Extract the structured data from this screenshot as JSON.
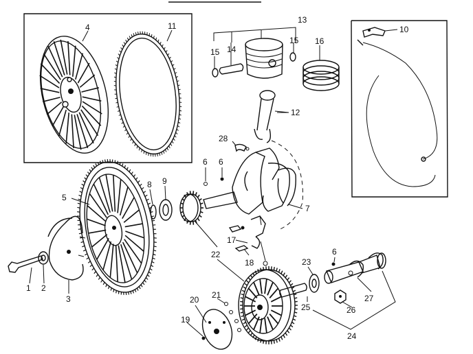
{
  "diagram": {
    "callouts": [
      {
        "id": "c1",
        "text": "1"
      },
      {
        "id": "c2",
        "text": "2"
      },
      {
        "id": "c3",
        "text": "3"
      },
      {
        "id": "c4",
        "text": "4"
      },
      {
        "id": "c5",
        "text": "5"
      },
      {
        "id": "c6a",
        "text": "6"
      },
      {
        "id": "c6b",
        "text": "6"
      },
      {
        "id": "c6c",
        "text": "6"
      },
      {
        "id": "c7",
        "text": "7"
      },
      {
        "id": "c8",
        "text": "8"
      },
      {
        "id": "c9",
        "text": "9"
      },
      {
        "id": "c10",
        "text": "10"
      },
      {
        "id": "c11",
        "text": "11"
      },
      {
        "id": "c12",
        "text": "12"
      },
      {
        "id": "c13",
        "text": "13"
      },
      {
        "id": "c14",
        "text": "14"
      },
      {
        "id": "c15a",
        "text": "15"
      },
      {
        "id": "c15b",
        "text": "15"
      },
      {
        "id": "c16",
        "text": "16"
      },
      {
        "id": "c17",
        "text": "17"
      },
      {
        "id": "c18",
        "text": "18"
      },
      {
        "id": "c19",
        "text": "19"
      },
      {
        "id": "c20",
        "text": "20"
      },
      {
        "id": "c21",
        "text": "21"
      },
      {
        "id": "c22",
        "text": "22"
      },
      {
        "id": "c23",
        "text": "23"
      },
      {
        "id": "c24",
        "text": "24"
      },
      {
        "id": "c25",
        "text": "25"
      },
      {
        "id": "c26",
        "text": "26"
      },
      {
        "id": "c27",
        "text": "27"
      },
      {
        "id": "c28",
        "text": "28"
      }
    ]
  }
}
